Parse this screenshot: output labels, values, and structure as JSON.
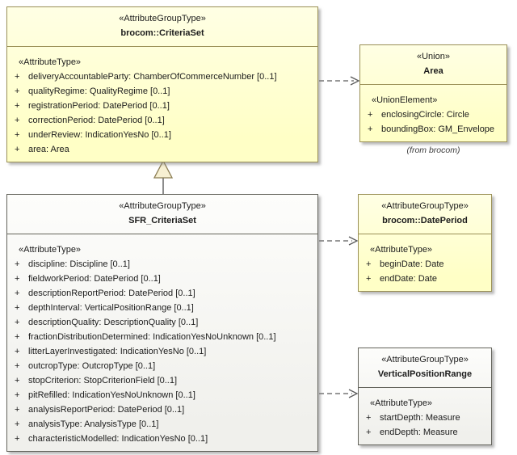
{
  "colors": {
    "yellow-fill": "#FFFFC6",
    "yellow-fill-light": "#FFFFE4",
    "yellow-border": "#9A9056",
    "plain-fill": "#F0F0EC",
    "plain-fill-light": "#FDFDFB",
    "plain-border": "#63635B",
    "line": "#5A5A5A",
    "text": "#1C1C1C"
  },
  "classes": {
    "criteriaSet": {
      "stereotype": "«AttributeGroupType»",
      "name": "brocom::CriteriaSet",
      "section": "«AttributeType»",
      "attrs": [
        {
          "vis": "+",
          "text": "deliveryAccountableParty: ChamberOfCommerceNumber [0..1]"
        },
        {
          "vis": "+",
          "text": "qualityRegime: QualityRegime [0..1]"
        },
        {
          "vis": "+",
          "text": "registrationPeriod: DatePeriod [0..1]"
        },
        {
          "vis": "+",
          "text": "correctionPeriod: DatePeriod [0..1]"
        },
        {
          "vis": "+",
          "text": "underReview: IndicationYesNo [0..1]"
        },
        {
          "vis": "+",
          "text": "area: Area"
        }
      ]
    },
    "area": {
      "stereotype": "«Union»",
      "name": "Area",
      "section": "«UnionElement»",
      "attrs": [
        {
          "vis": "+",
          "text": "enclosingCircle: Circle"
        },
        {
          "vis": "+",
          "text": "boundingBox: GM_Envelope"
        }
      ],
      "note": "(from brocom)"
    },
    "sfrCriteriaSet": {
      "stereotype": "«AttributeGroupType»",
      "name": "SFR_CriteriaSet",
      "section": "«AttributeType»",
      "attrs": [
        {
          "vis": "+",
          "text": "discipline: Discipline [0..1]"
        },
        {
          "vis": "+",
          "text": "fieldworkPeriod: DatePeriod [0..1]"
        },
        {
          "vis": "+",
          "text": "descriptionReportPeriod: DatePeriod [0..1]"
        },
        {
          "vis": "+",
          "text": "depthInterval: VerticalPositionRange [0..1]"
        },
        {
          "vis": "+",
          "text": "descriptionQuality: DescriptionQuality [0..1]"
        },
        {
          "vis": "+",
          "text": "fractionDistributionDetermined: IndicationYesNoUnknown [0..1]"
        },
        {
          "vis": "+",
          "text": "litterLayerInvestigated: IndicationYesNo [0..1]"
        },
        {
          "vis": "+",
          "text": "outcropType: OutcropType [0..1]"
        },
        {
          "vis": "+",
          "text": "stopCriterion: StopCriterionField [0..1]"
        },
        {
          "vis": "+",
          "text": "pitRefilled: IndicationYesNoUnknown [0..1]"
        },
        {
          "vis": "+",
          "text": "analysisReportPeriod: DatePeriod [0..1]"
        },
        {
          "vis": "+",
          "text": "analysisType: AnalysisType [0..1]"
        },
        {
          "vis": "+",
          "text": "characteristicModelled: IndicationYesNo [0..1]"
        }
      ]
    },
    "datePeriod": {
      "stereotype": "«AttributeGroupType»",
      "name": "brocom::DatePeriod",
      "section": "«AttributeType»",
      "attrs": [
        {
          "vis": "+",
          "text": "beginDate: Date"
        },
        {
          "vis": "+",
          "text": "endDate: Date"
        }
      ]
    },
    "verticalPositionRange": {
      "stereotype": "«AttributeGroupType»",
      "name": "VerticalPositionRange",
      "section": "«AttributeType»",
      "attrs": [
        {
          "vis": "+",
          "text": "startDepth: Measure"
        },
        {
          "vis": "+",
          "text": "endDepth: Measure"
        }
      ]
    }
  }
}
